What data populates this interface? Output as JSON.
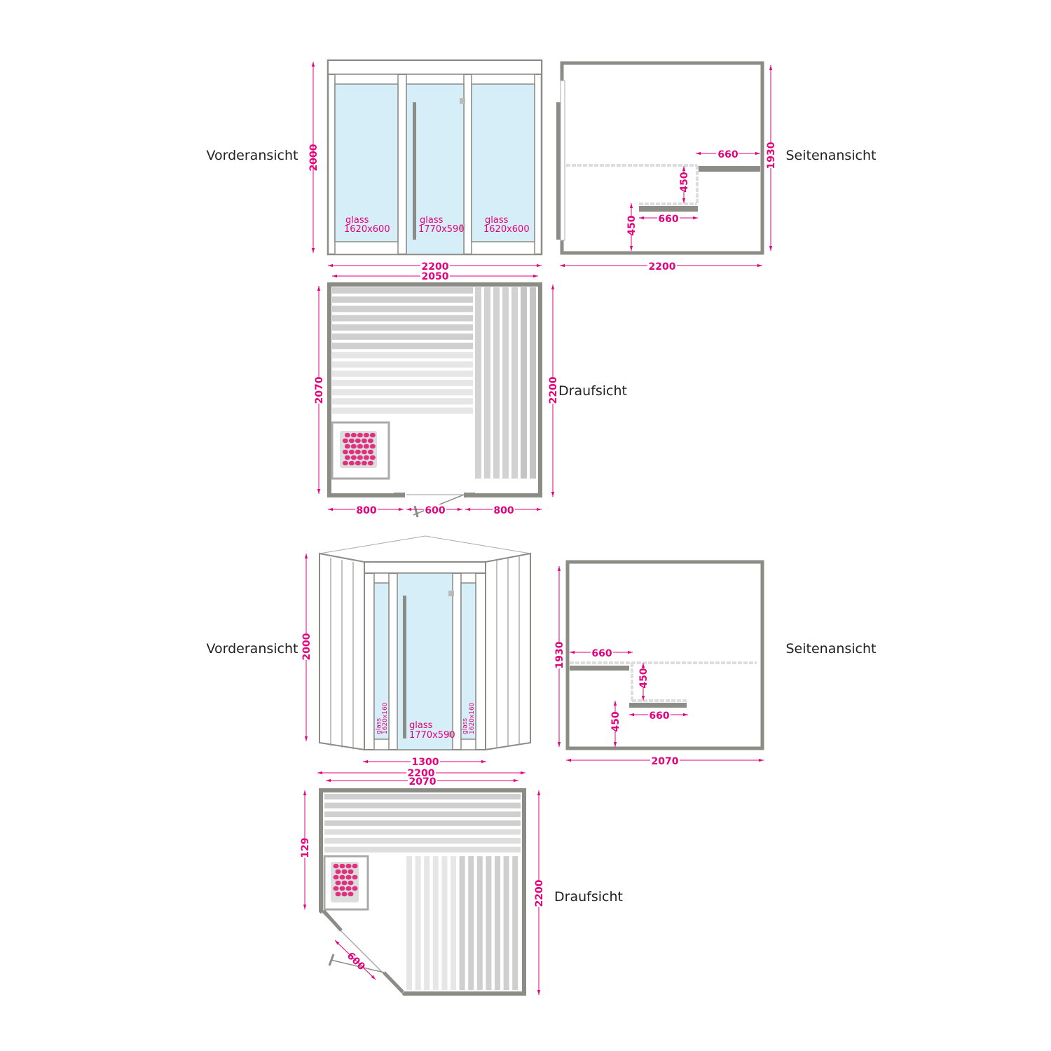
{
  "colors": {
    "dimension": "#e5007d",
    "frame": "#8c8c86",
    "glass": "#d6eef7",
    "stones": "#e0307e"
  },
  "sauna1": {
    "front": {
      "label": "Vorderansicht",
      "height": "2000",
      "width_outer": "2200",
      "width_inner": "2050",
      "glass": [
        {
          "word": "glass",
          "size": "1620x600"
        },
        {
          "word": "glass",
          "size": "1770x590"
        },
        {
          "word": "glass",
          "size": "1620x600"
        }
      ]
    },
    "side": {
      "label": "Seitenansicht",
      "height": "1930",
      "width": "2200",
      "bench_upper": "660",
      "bench_upper_height": "450",
      "bench_lower": "660",
      "bench_lower_height": "450"
    },
    "top": {
      "label": "Draufsicht",
      "depth_inner": "2070",
      "depth_outer": "2200",
      "left": "800",
      "door": "600",
      "right": "800"
    }
  },
  "sauna2": {
    "front": {
      "label": "Vorderansicht",
      "height": "2000",
      "center_width": "1300",
      "width_outer": "2200",
      "width_inner": "2070",
      "glass": [
        {
          "word": "glass",
          "size": "1620x160"
        },
        {
          "word": "glass",
          "size": "1770x590"
        },
        {
          "word": "glass",
          "size": "1620x160"
        }
      ]
    },
    "side": {
      "label": "Seitenansicht",
      "height": "1930",
      "width": "2070",
      "bench_upper": "660",
      "bench_upper_height": "450",
      "bench_lower": "660",
      "bench_lower_height": "450"
    },
    "top": {
      "label": "Draufsicht",
      "depth": "129",
      "depth_outer": "2200",
      "door": "600"
    }
  }
}
